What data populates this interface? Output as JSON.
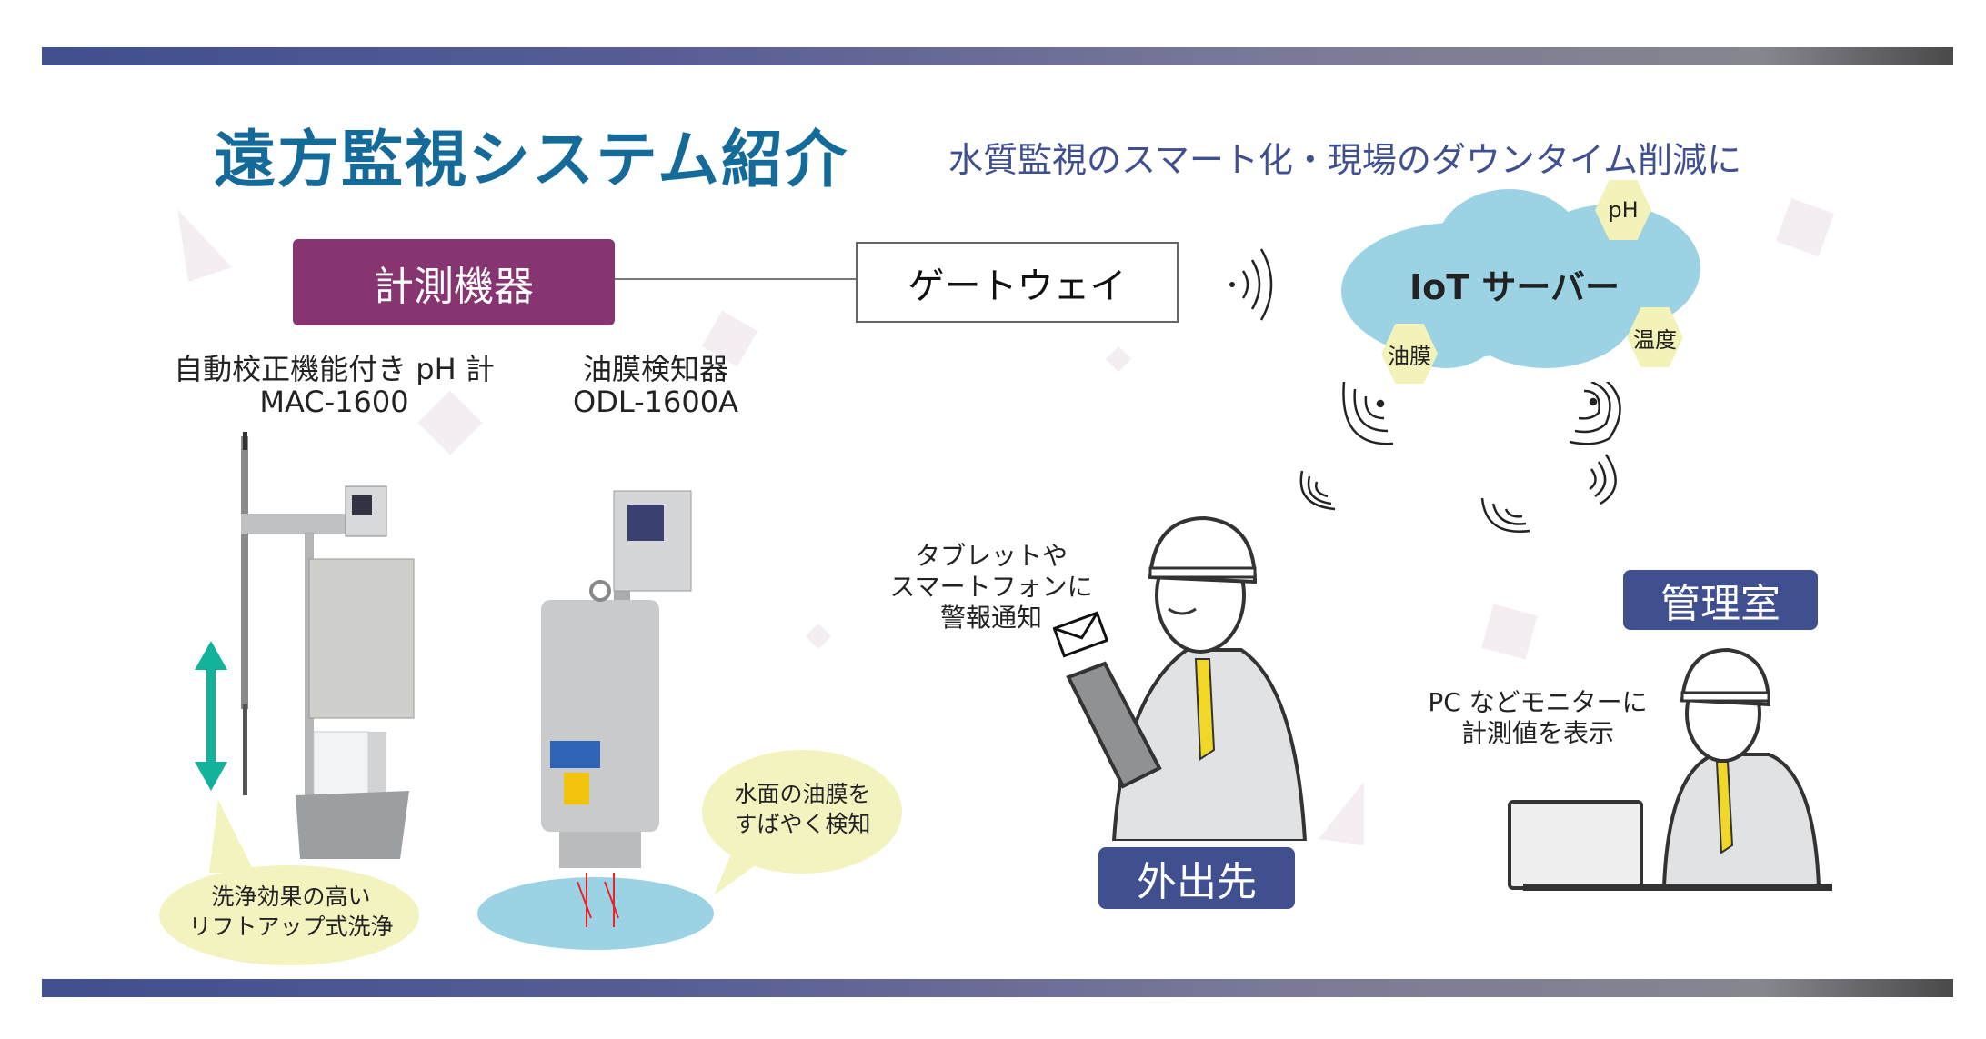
{
  "header": {
    "title": "遠方監視システム紹介",
    "subtitle": "水質監視のスマート化・現場のダウンタイム削減に"
  },
  "diagram": {
    "measure_label": "計測機器",
    "gateway_label": "ゲートウェイ",
    "server_label": "IoT サーバー",
    "server_tags": [
      "pH",
      "油膜",
      "温度"
    ],
    "devices": [
      {
        "name": "自動校正機能付き pH 計",
        "model": "MAC-1600",
        "callout": [
          "洗浄効果の高い",
          "リフトアップ式洗浄"
        ]
      },
      {
        "name": "油膜検知器",
        "model": "ODL-1600A",
        "callout": [
          "水面の油膜を",
          "すばやく検知"
        ]
      }
    ],
    "outside": {
      "label": "外出先",
      "note": [
        "タブレットや",
        "スマートフォンに",
        "警報通知"
      ]
    },
    "control_room": {
      "label": "管理室",
      "note": [
        "PC などモニターに",
        "計測値を表示"
      ]
    }
  },
  "colors": {
    "title": "#146b9a",
    "measure": "#873570",
    "navy": "#3f4f8f",
    "cloud": "#9bd3e5",
    "tag": "#f3f2b8",
    "bubble": "#f3f3c0",
    "arrow": "#13b39b"
  }
}
